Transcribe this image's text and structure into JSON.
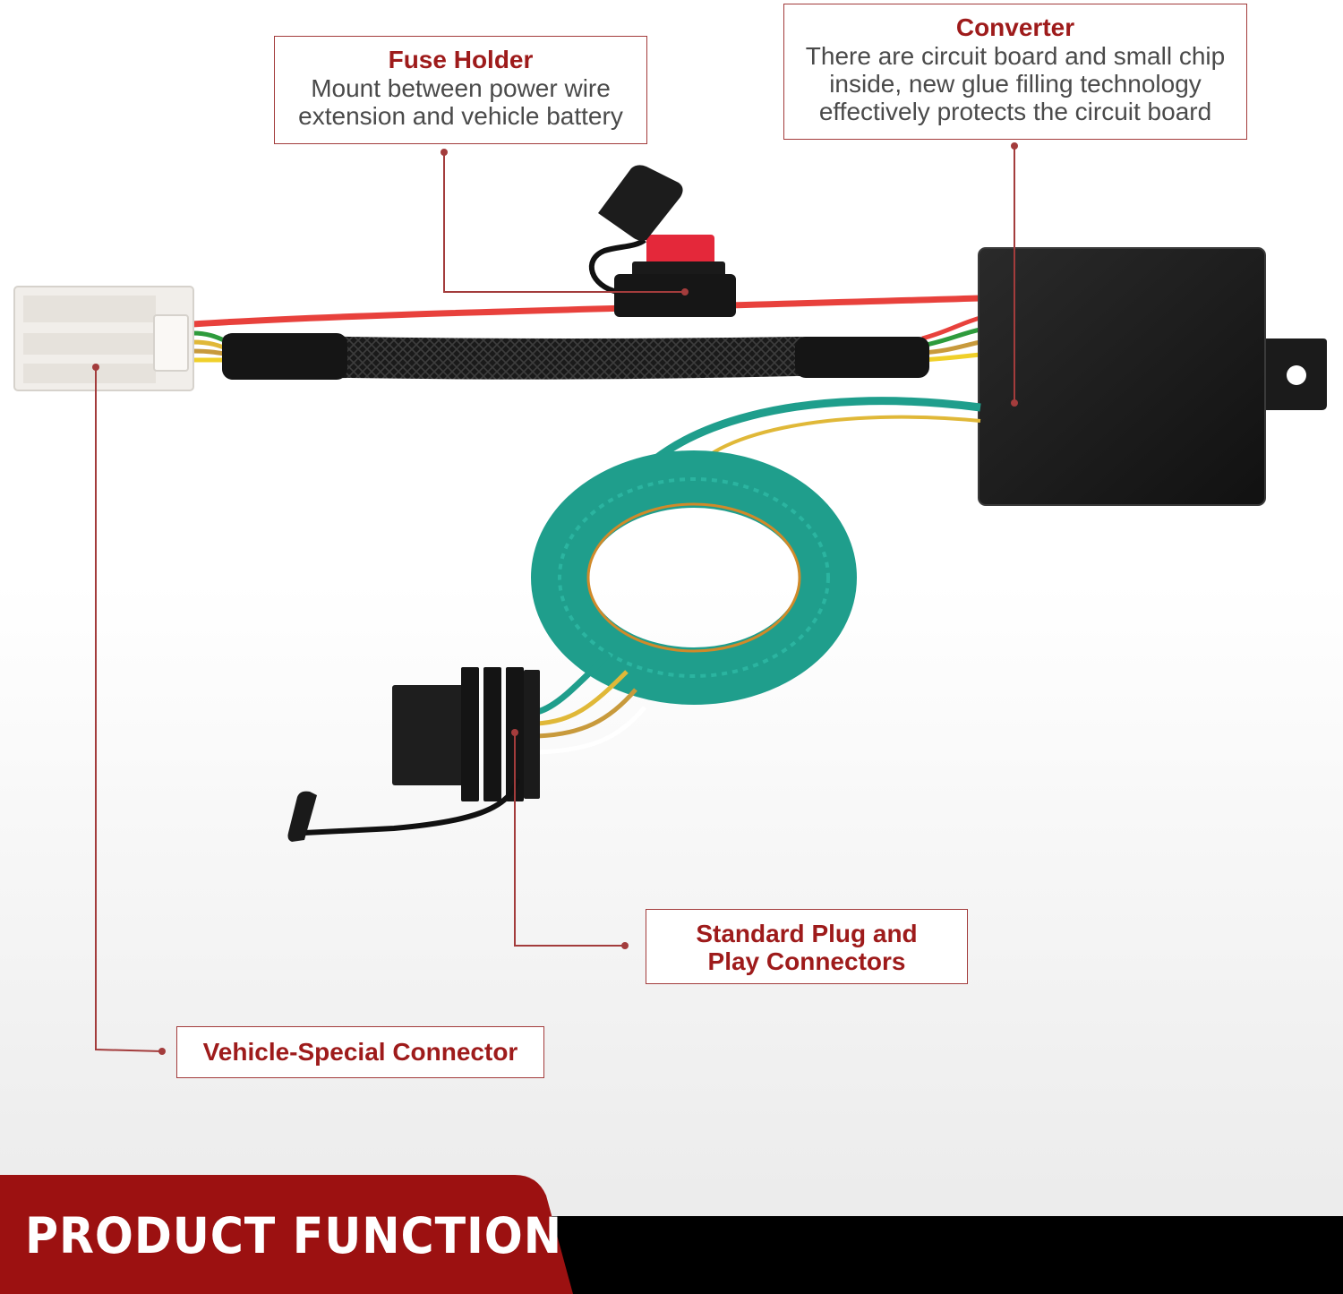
{
  "callouts": {
    "fuse_holder": {
      "title": "Fuse Holder",
      "desc_line1": "Mount between power wire",
      "desc_line2": "extension and vehicle battery"
    },
    "converter": {
      "title": "Converter",
      "desc_line1": "There are circuit board and small chip",
      "desc_line2": "inside, new glue filling technology",
      "desc_line3": "effectively protects the circuit board"
    },
    "plug_play": {
      "title_line1": "Standard Plug and",
      "title_line2": "Play Connectors"
    },
    "vehicle_connector": {
      "title": "Vehicle-Special Connector"
    }
  },
  "banner": {
    "text": "PRODUCT FUNCTION"
  },
  "colors": {
    "accent_red": "#9e1b1b",
    "leader_red": "#a33c3c",
    "banner_black": "#000000",
    "wire_red": "#e8413c",
    "wire_teal": "#1f9e8c",
    "module_black": "#1c1c1c",
    "connector_white": "#f1eeea"
  }
}
